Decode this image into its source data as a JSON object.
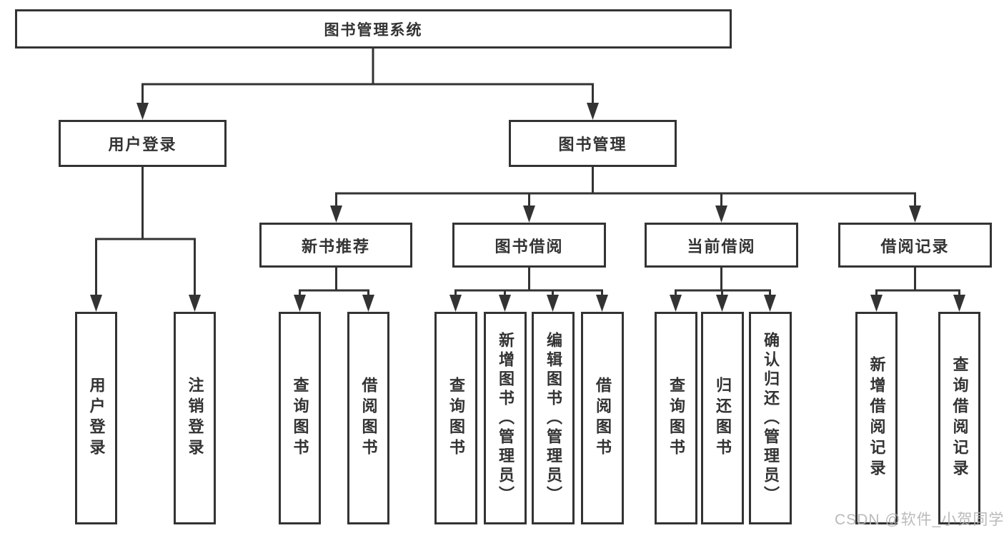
{
  "colors": {
    "line": "#333333",
    "text": "#333333",
    "background": "#ffffff",
    "watermark_gray": "#b5b5b5"
  },
  "watermark": {
    "text": "CSDN @软件_小贺同学"
  },
  "tree": {
    "root": {
      "label": "图书管理系统"
    },
    "level2": [
      {
        "label": "用户登录"
      },
      {
        "label": "图书管理"
      }
    ],
    "level3": [
      {
        "label": "新书推荐"
      },
      {
        "label": "图书借阅"
      },
      {
        "label": "当前借阅"
      },
      {
        "label": "借阅记录"
      }
    ],
    "leaf_groups": [
      {
        "parent": "用户登录",
        "items": [
          {
            "label": "用户登录"
          },
          {
            "label": "注销登录"
          }
        ]
      },
      {
        "parent": "新书推荐",
        "items": [
          {
            "label": "查询图书"
          },
          {
            "label": "借阅图书"
          }
        ]
      },
      {
        "parent": "图书借阅",
        "items": [
          {
            "label": "查询图书"
          },
          {
            "label": "新增图书（管理员）"
          },
          {
            "label": "编辑图书（管理员）"
          },
          {
            "label": "借阅图书"
          }
        ]
      },
      {
        "parent": "当前借阅",
        "items": [
          {
            "label": "查询图书"
          },
          {
            "label": "归还图书"
          },
          {
            "label": "确认归还（管理员）"
          }
        ]
      },
      {
        "parent": "借阅记录",
        "items": [
          {
            "label": "新增借阅记录"
          },
          {
            "label": "查询借阅记录"
          }
        ]
      }
    ]
  }
}
